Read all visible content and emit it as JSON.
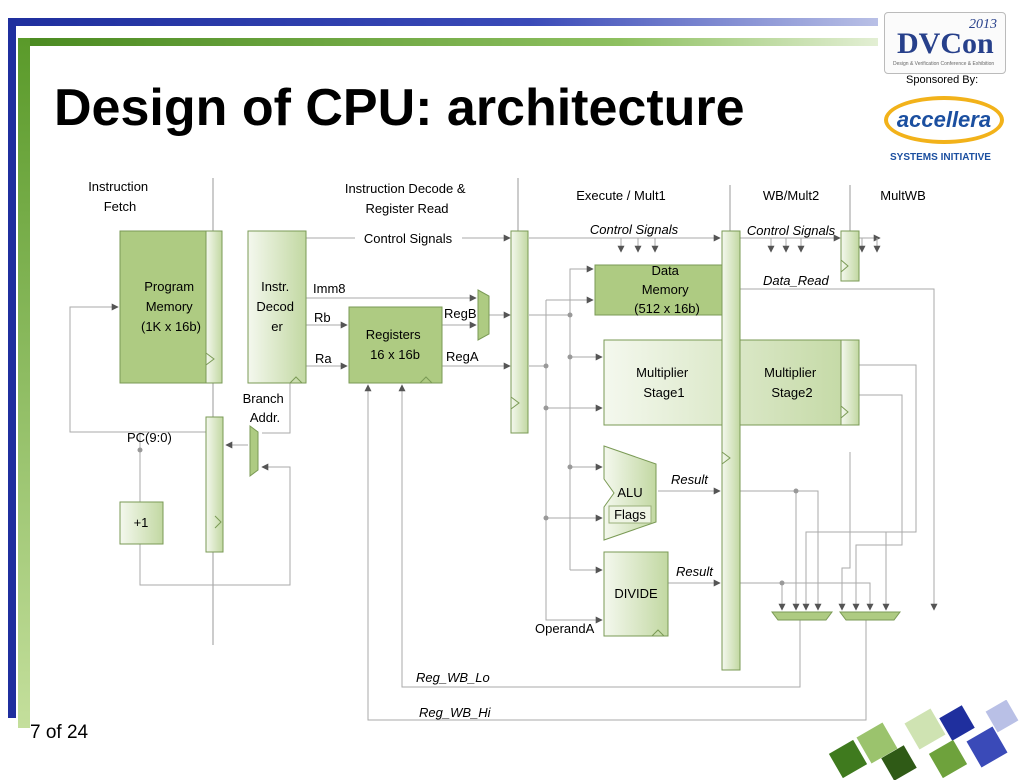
{
  "slide": {
    "title": "Design of CPU: architecture",
    "page_indicator": "7 of 24"
  },
  "branding": {
    "conference_logo": {
      "text": "DVCon",
      "year": "2013",
      "tagline": "Design & Verification Conference & Exhibition"
    },
    "sponsor_label": "Sponsored By:",
    "sponsor_logo": {
      "text": "accellera",
      "subtitle": "SYSTEMS INITIATIVE"
    },
    "colors": {
      "brand_blue": "#1f2f9e",
      "brand_green": "#5a9a2a",
      "logo_gold": "#f2b21a",
      "block_fill": "#aecb82"
    }
  },
  "diagram": {
    "stages": {
      "fetch": "Instruction\nFetch",
      "decode": "Instruction Decode &\nRegister Read",
      "execute": "Execute / Mult1",
      "wb_mult2": "WB/Mult2",
      "multwb": "MultWB"
    },
    "blocks": {
      "program_memory": "Program\nMemory\n(1K x 16b)",
      "instr_decoder": "Instr.\nDecod\ner",
      "registers": "Registers\n16 x 16b",
      "data_memory": "Data\nMemory\n(512 x 16b)",
      "mult_stage1": "Multiplier\nStage1",
      "mult_stage2": "Multiplier\nStage2",
      "alu": "ALU",
      "flags": "Flags",
      "divide": "DIVIDE",
      "plus_one": "+1"
    },
    "signals": {
      "control_signals_decode": "Control Signals",
      "control_signals_exec": "Control Signals",
      "control_signals_wb": "Control Signals",
      "imm8": "Imm8",
      "rb": "Rb",
      "ra": "Ra",
      "regb": "RegB",
      "rega": "RegA",
      "pc": "PC(9:0)",
      "branch_addr": "Branch\nAddr.",
      "data_read": "Data_Read",
      "result_alu": "Result",
      "result_divide": "Result",
      "operanda": "OperandA",
      "reg_wb_lo": "Reg_WB_Lo",
      "reg_wb_hi": "Reg_WB_Hi"
    }
  }
}
